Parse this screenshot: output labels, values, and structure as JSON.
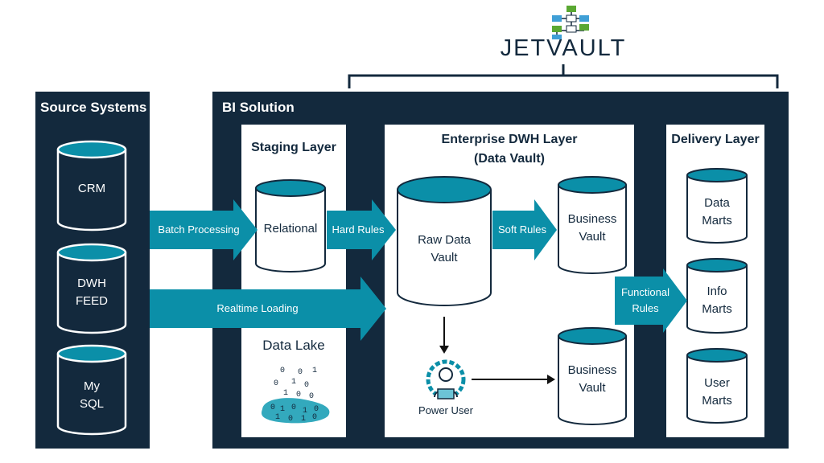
{
  "logo": {
    "text": "JETVAULT"
  },
  "colors": {
    "navy": "#13293d",
    "teal": "#0b8fa8",
    "teal_light": "#0f9ab2",
    "logo_green": "#5aa832",
    "logo_blue": "#3f9fd6"
  },
  "source_systems": {
    "title": "Source Systems",
    "items": [
      {
        "line1": "CRM",
        "line2": ""
      },
      {
        "line1": "DWH",
        "line2": "FEED"
      },
      {
        "line1": "My",
        "line2": "SQL"
      }
    ]
  },
  "bi_solution": {
    "title": "BI Solution"
  },
  "staging": {
    "title": "Staging Layer",
    "relational": "Relational",
    "data_lake": "Data Lake",
    "binary_icon": "binary-data-lake-icon"
  },
  "edwh": {
    "title_line1": "Enterprise DWH Layer",
    "title_line2": "(Data Vault)",
    "raw_vault_line1": "Raw Data",
    "raw_vault_line2": "Vault",
    "business_vault_1_line1": "Business",
    "business_vault_1_line2": "Vault",
    "business_vault_2_line1": "Business",
    "business_vault_2_line2": "Vault",
    "power_user": "Power User",
    "power_user_icon": "power-user-gear-icon"
  },
  "delivery": {
    "title": "Delivery Layer",
    "items": [
      {
        "line1": "Data",
        "line2": "Marts"
      },
      {
        "line1": "Info",
        "line2": "Marts"
      },
      {
        "line1": "User",
        "line2": "Marts"
      }
    ]
  },
  "arrows": {
    "batch_processing": "Batch Processing",
    "realtime_loading": "Realtime Loading",
    "hard_rules": "Hard Rules",
    "soft_rules": "Soft Rules",
    "functional_rules_line1": "Functional",
    "functional_rules_line2": "Rules"
  }
}
